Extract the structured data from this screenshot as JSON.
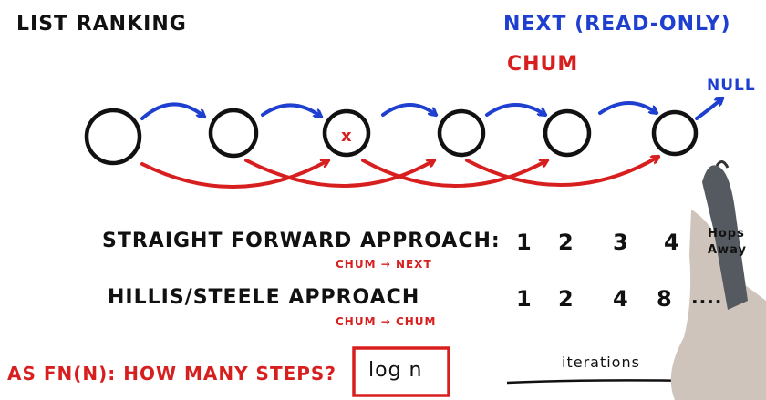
{
  "title": "LIST RANKING",
  "legend": {
    "next_label": "NEXT (READ-ONLY)",
    "chum_label": "CHUM",
    "null_label": "NULL",
    "next_color": "#1f3fd0",
    "chum_color": "#d81f1f"
  },
  "nodes": [
    {
      "mark": ""
    },
    {
      "mark": ""
    },
    {
      "mark": "x"
    },
    {
      "mark": ""
    },
    {
      "mark": ""
    },
    {
      "mark": ""
    }
  ],
  "approaches": [
    {
      "label": "STRAIGHT FORWARD APPROACH:",
      "note": "CHUM → NEXT",
      "steps": [
        "1",
        "2",
        "3",
        "4"
      ],
      "tail": "Hops Away"
    },
    {
      "label": "HILLIS/STEELE APPROACH",
      "note": "CHUM → CHUM",
      "steps": [
        "1",
        "2",
        "4",
        "8"
      ],
      "tail": "...."
    }
  ],
  "question": "AS FN(N): HOW MANY STEPS?",
  "answer": "log n",
  "axis_label": "iterations"
}
